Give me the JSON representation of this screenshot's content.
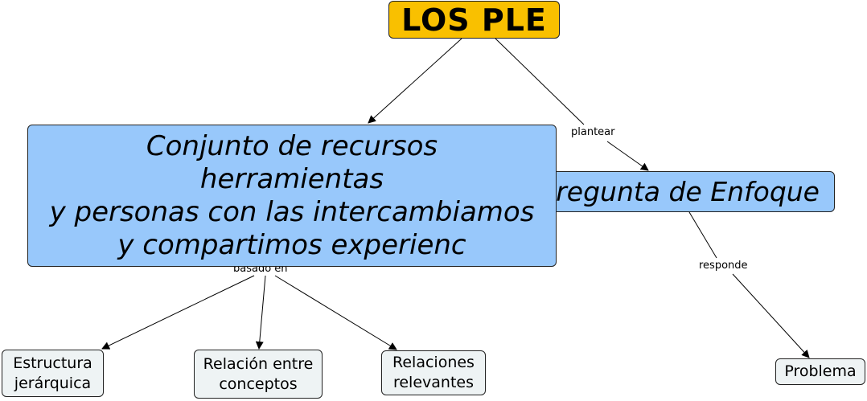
{
  "nodes": {
    "root": "LOS PLE",
    "definition": "Conjunto de recursos\nherramientas\ny personas con las intercambiamos\ny compartimos experienc",
    "focus_question": "Pregunta de Enfoque",
    "structure": "Estructura\njerárquica",
    "relation": "Relación entre\nconceptos",
    "relevant": "Relaciones\nrelevantes",
    "problem": "Problema"
  },
  "links": {
    "plantear": "plantear",
    "responde": "responde",
    "basado_en": "basado en"
  }
}
